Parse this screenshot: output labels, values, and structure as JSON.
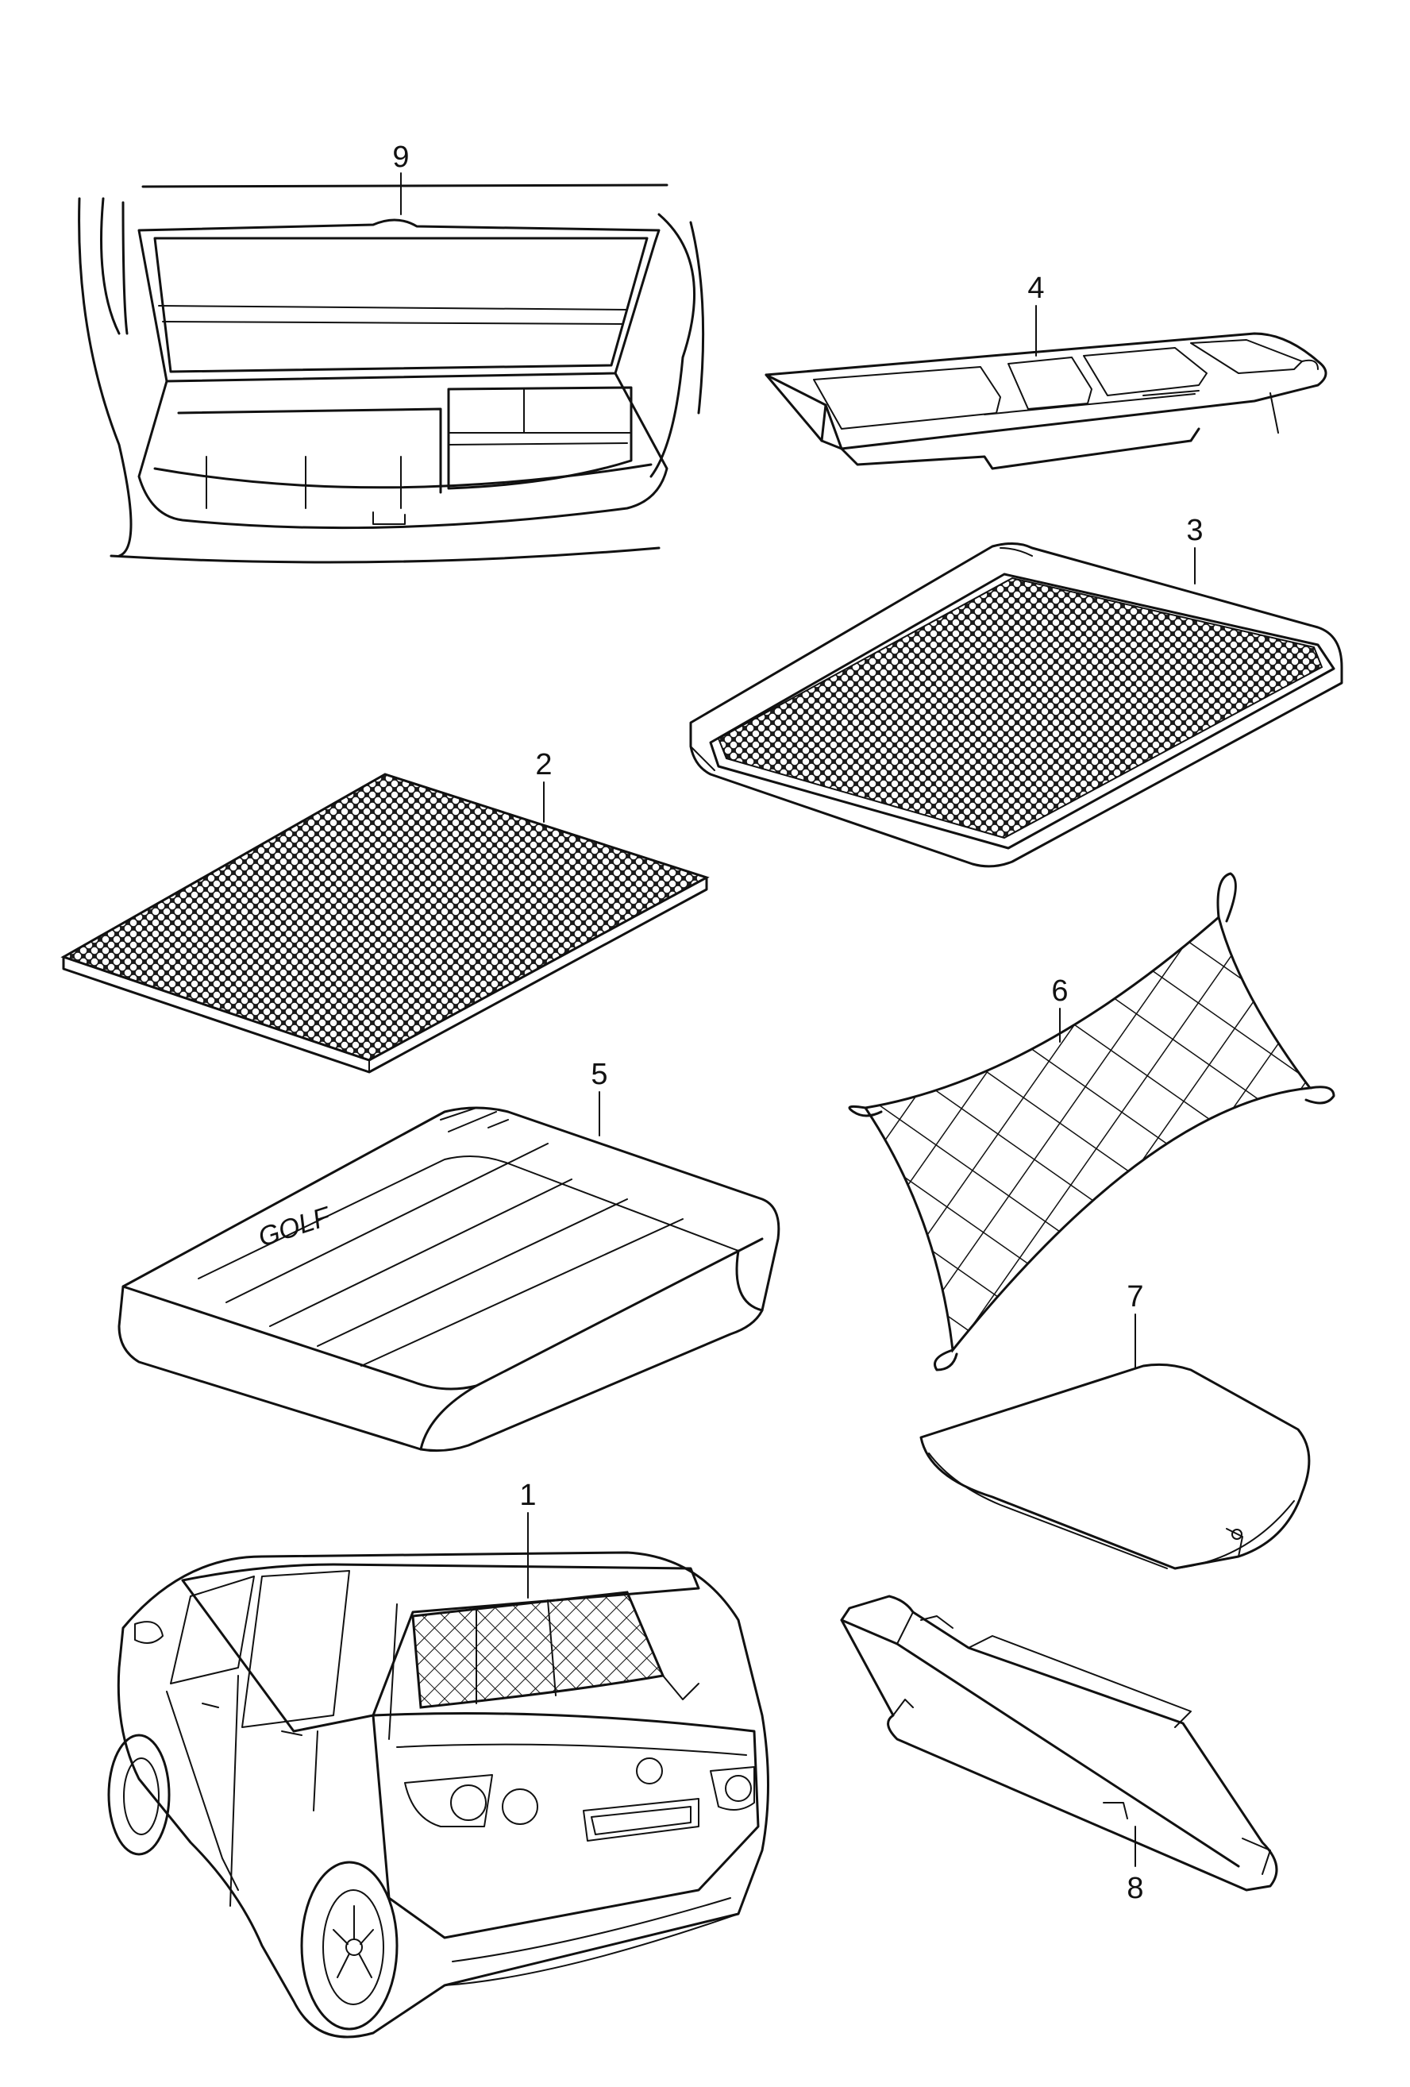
{
  "diagram": {
    "parts": [
      {
        "id": "part-9",
        "callout": "9"
      },
      {
        "id": "part-4",
        "callout": "4"
      },
      {
        "id": "part-3",
        "callout": "3"
      },
      {
        "id": "part-2",
        "callout": "2"
      },
      {
        "id": "part-6",
        "callout": "6"
      },
      {
        "id": "part-5",
        "callout": "5",
        "emboss": "GOLF"
      },
      {
        "id": "part-7",
        "callout": "7"
      },
      {
        "id": "part-1",
        "callout": "1"
      },
      {
        "id": "part-8",
        "callout": "8"
      }
    ]
  }
}
